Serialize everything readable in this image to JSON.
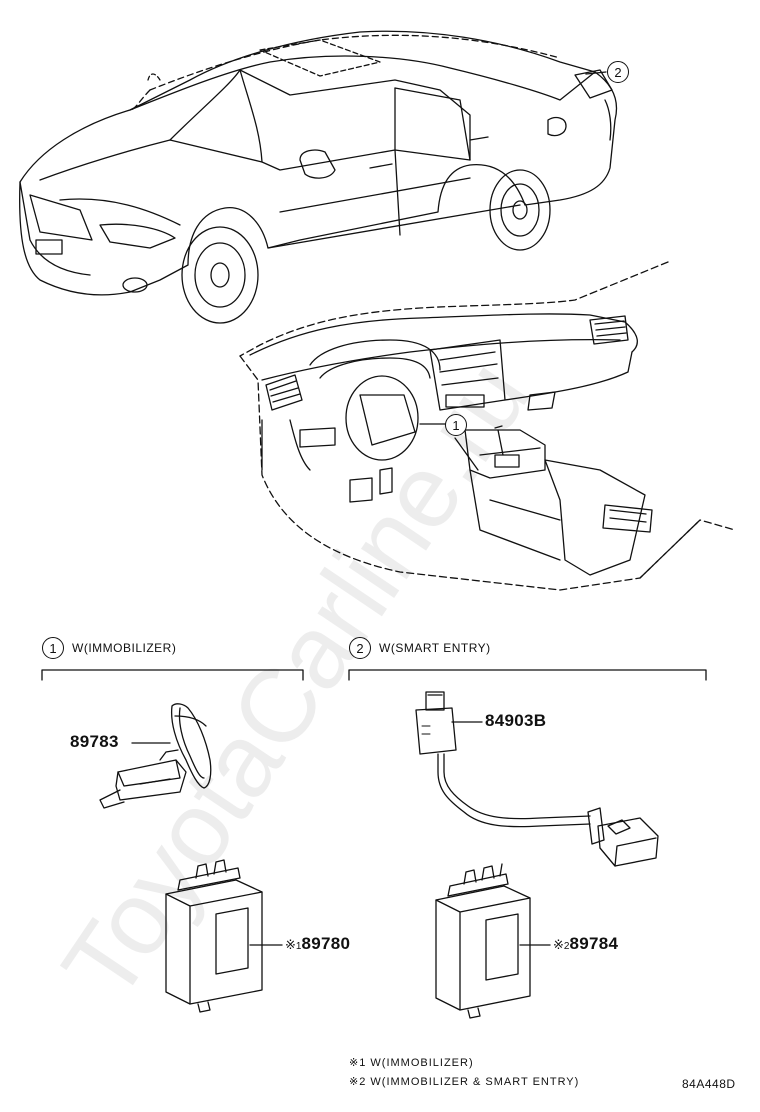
{
  "watermark": "ToyotaCarline.ru",
  "callouts": {
    "one": "1",
    "two": "2"
  },
  "sections": [
    {
      "num": "1",
      "title": "W(IMMOBILIZER)"
    },
    {
      "num": "2",
      "title": "W(SMART ENTRY)"
    }
  ],
  "parts": {
    "p89783": "89783",
    "p84903b": "84903B",
    "p89780": {
      "mark": "※",
      "ref": "1",
      "number": "89780"
    },
    "p89784": {
      "mark": "※",
      "ref": "2",
      "number": "89784"
    }
  },
  "notes": [
    {
      "mark": "※",
      "ref": "1",
      "text": "W(IMMOBILIZER)"
    },
    {
      "mark": "※",
      "ref": "2",
      "text": "W(IMMOBILIZER & SMART ENTRY)"
    }
  ],
  "diagram_code": "84A448D"
}
